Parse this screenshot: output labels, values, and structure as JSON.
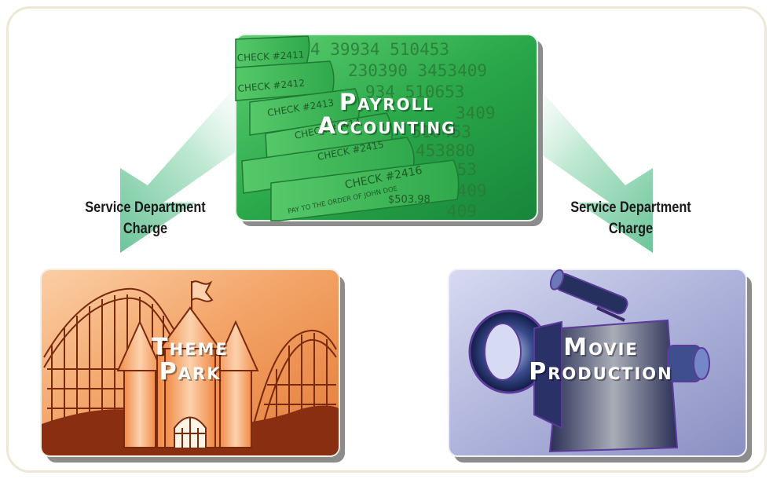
{
  "nodes": {
    "payroll": {
      "title_line1": "Payroll",
      "title_line2": "Accounting",
      "color": "#2aa84a",
      "checks": [
        "CHECK #2411",
        "CHECK #2412",
        "CHECK #2413",
        "CHECK #2414",
        "CHECK #2415",
        "CHECK #2416"
      ],
      "check_payee": "PAY TO THE ORDER OF JOHN DOE",
      "check_amount": "$503.98",
      "bg_numbers": [
        "4  39934  510453",
        "230390 3453409",
        "934  510653",
        "3409",
        "510453",
        "453880",
        "053",
        "3409",
        "409"
      ]
    },
    "theme_park": {
      "title_line1": "Theme",
      "title_line2": "Park",
      "color": "#e8833c"
    },
    "movie_production": {
      "title_line1": "Movie",
      "title_line2": "Production",
      "color": "#9ea3cc"
    }
  },
  "edges": {
    "left": {
      "line1": "Service Department",
      "line2": "Charge"
    },
    "right": {
      "line1": "Service Department",
      "line2": "Charge"
    }
  },
  "colors": {
    "arrow": "#8fd3b0",
    "frame": "#ede7d6"
  }
}
